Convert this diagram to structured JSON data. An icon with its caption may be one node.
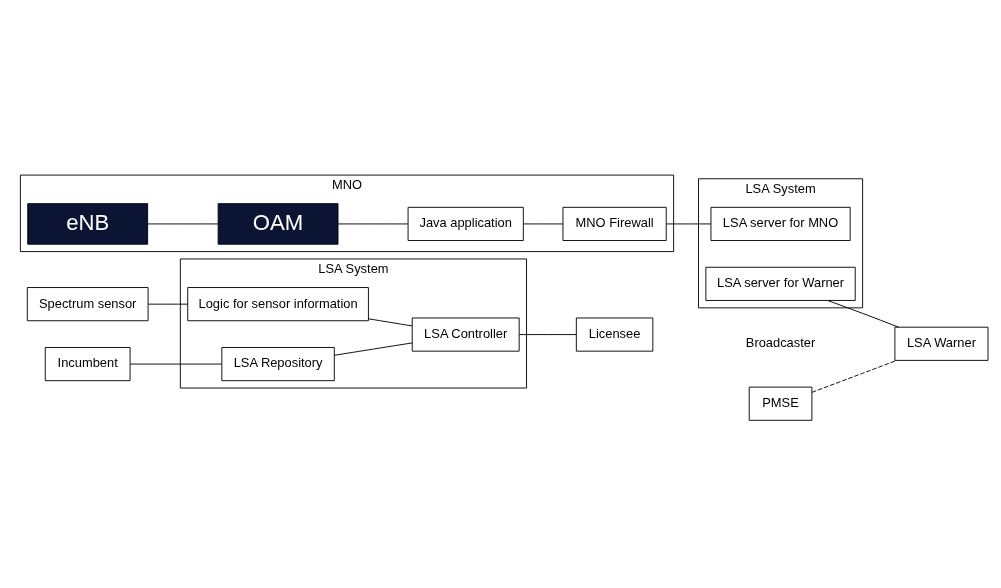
{
  "diagram": {
    "nodes": [
      {
        "text": [
          "LSA System"
        ]
      },
      {
        "text": [
          "Spectrum sensor"
        ]
      },
      {
        "text": [
          "Logic for sensor information"
        ],
        "in": 0
      },
      {
        "text": [
          "Incumbent"
        ]
      },
      {
        "text": [
          "LSA Repository"
        ],
        "in": 0
      },
      {
        "text": [
          "LSA Controller"
        ],
        "in": 0
      },
      {
        "text": [
          "Licensee"
        ]
      },
      {
        "text": [
          "MNO"
        ]
      },
      {
        "text": [
          "eNB"
        ],
        "in": 7
      },
      {
        "text": [
          "OAM"
        ],
        "in": 7
      },
      {
        "text": [
          "Java application"
        ],
        "in": 7
      },
      {
        "text": [
          "MNO Firewall"
        ],
        "in": 7
      },
      {
        "text": [
          "PMSE"
        ]
      },
      {
        "text": [
          "LSA System"
        ]
      },
      {
        "text": [
          "LSA server for MNO"
        ],
        "in": 13
      },
      {
        "text": [
          "LSA server for Warner"
        ],
        "in": 13
      },
      {
        "text": [
          "LSA Warner"
        ]
      }
    ],
    "edges": [
      {
        "from": 1,
        "to": 2,
        "arrow": "none"
      },
      {
        "from": 2,
        "to": 5,
        "arrow": "none"
      },
      {
        "from": 3,
        "to": 4,
        "arrow": "none"
      },
      {
        "from": 4,
        "to": 5,
        "arrow": "none"
      },
      {
        "from": 5,
        "to": 6,
        "arrow": "none"
      },
      {
        "from": 8,
        "to": 9,
        "arrow": "none"
      },
      {
        "from": 9,
        "to": 10,
        "arrow": "none"
      },
      {
        "from": 10,
        "to": 11,
        "arrow": "none"
      },
      {
        "from": 11,
        "to": 14,
        "arrow": "none"
      },
      {
        "from": 15,
        "to": 16,
        "arrow": "none"
      },
      {
        "from": 12,
        "to": 16,
        "arrow": "none",
        "style": "dashed"
      }
    ],
    "labels": [
      "Broadcaster"
    ]
  }
}
